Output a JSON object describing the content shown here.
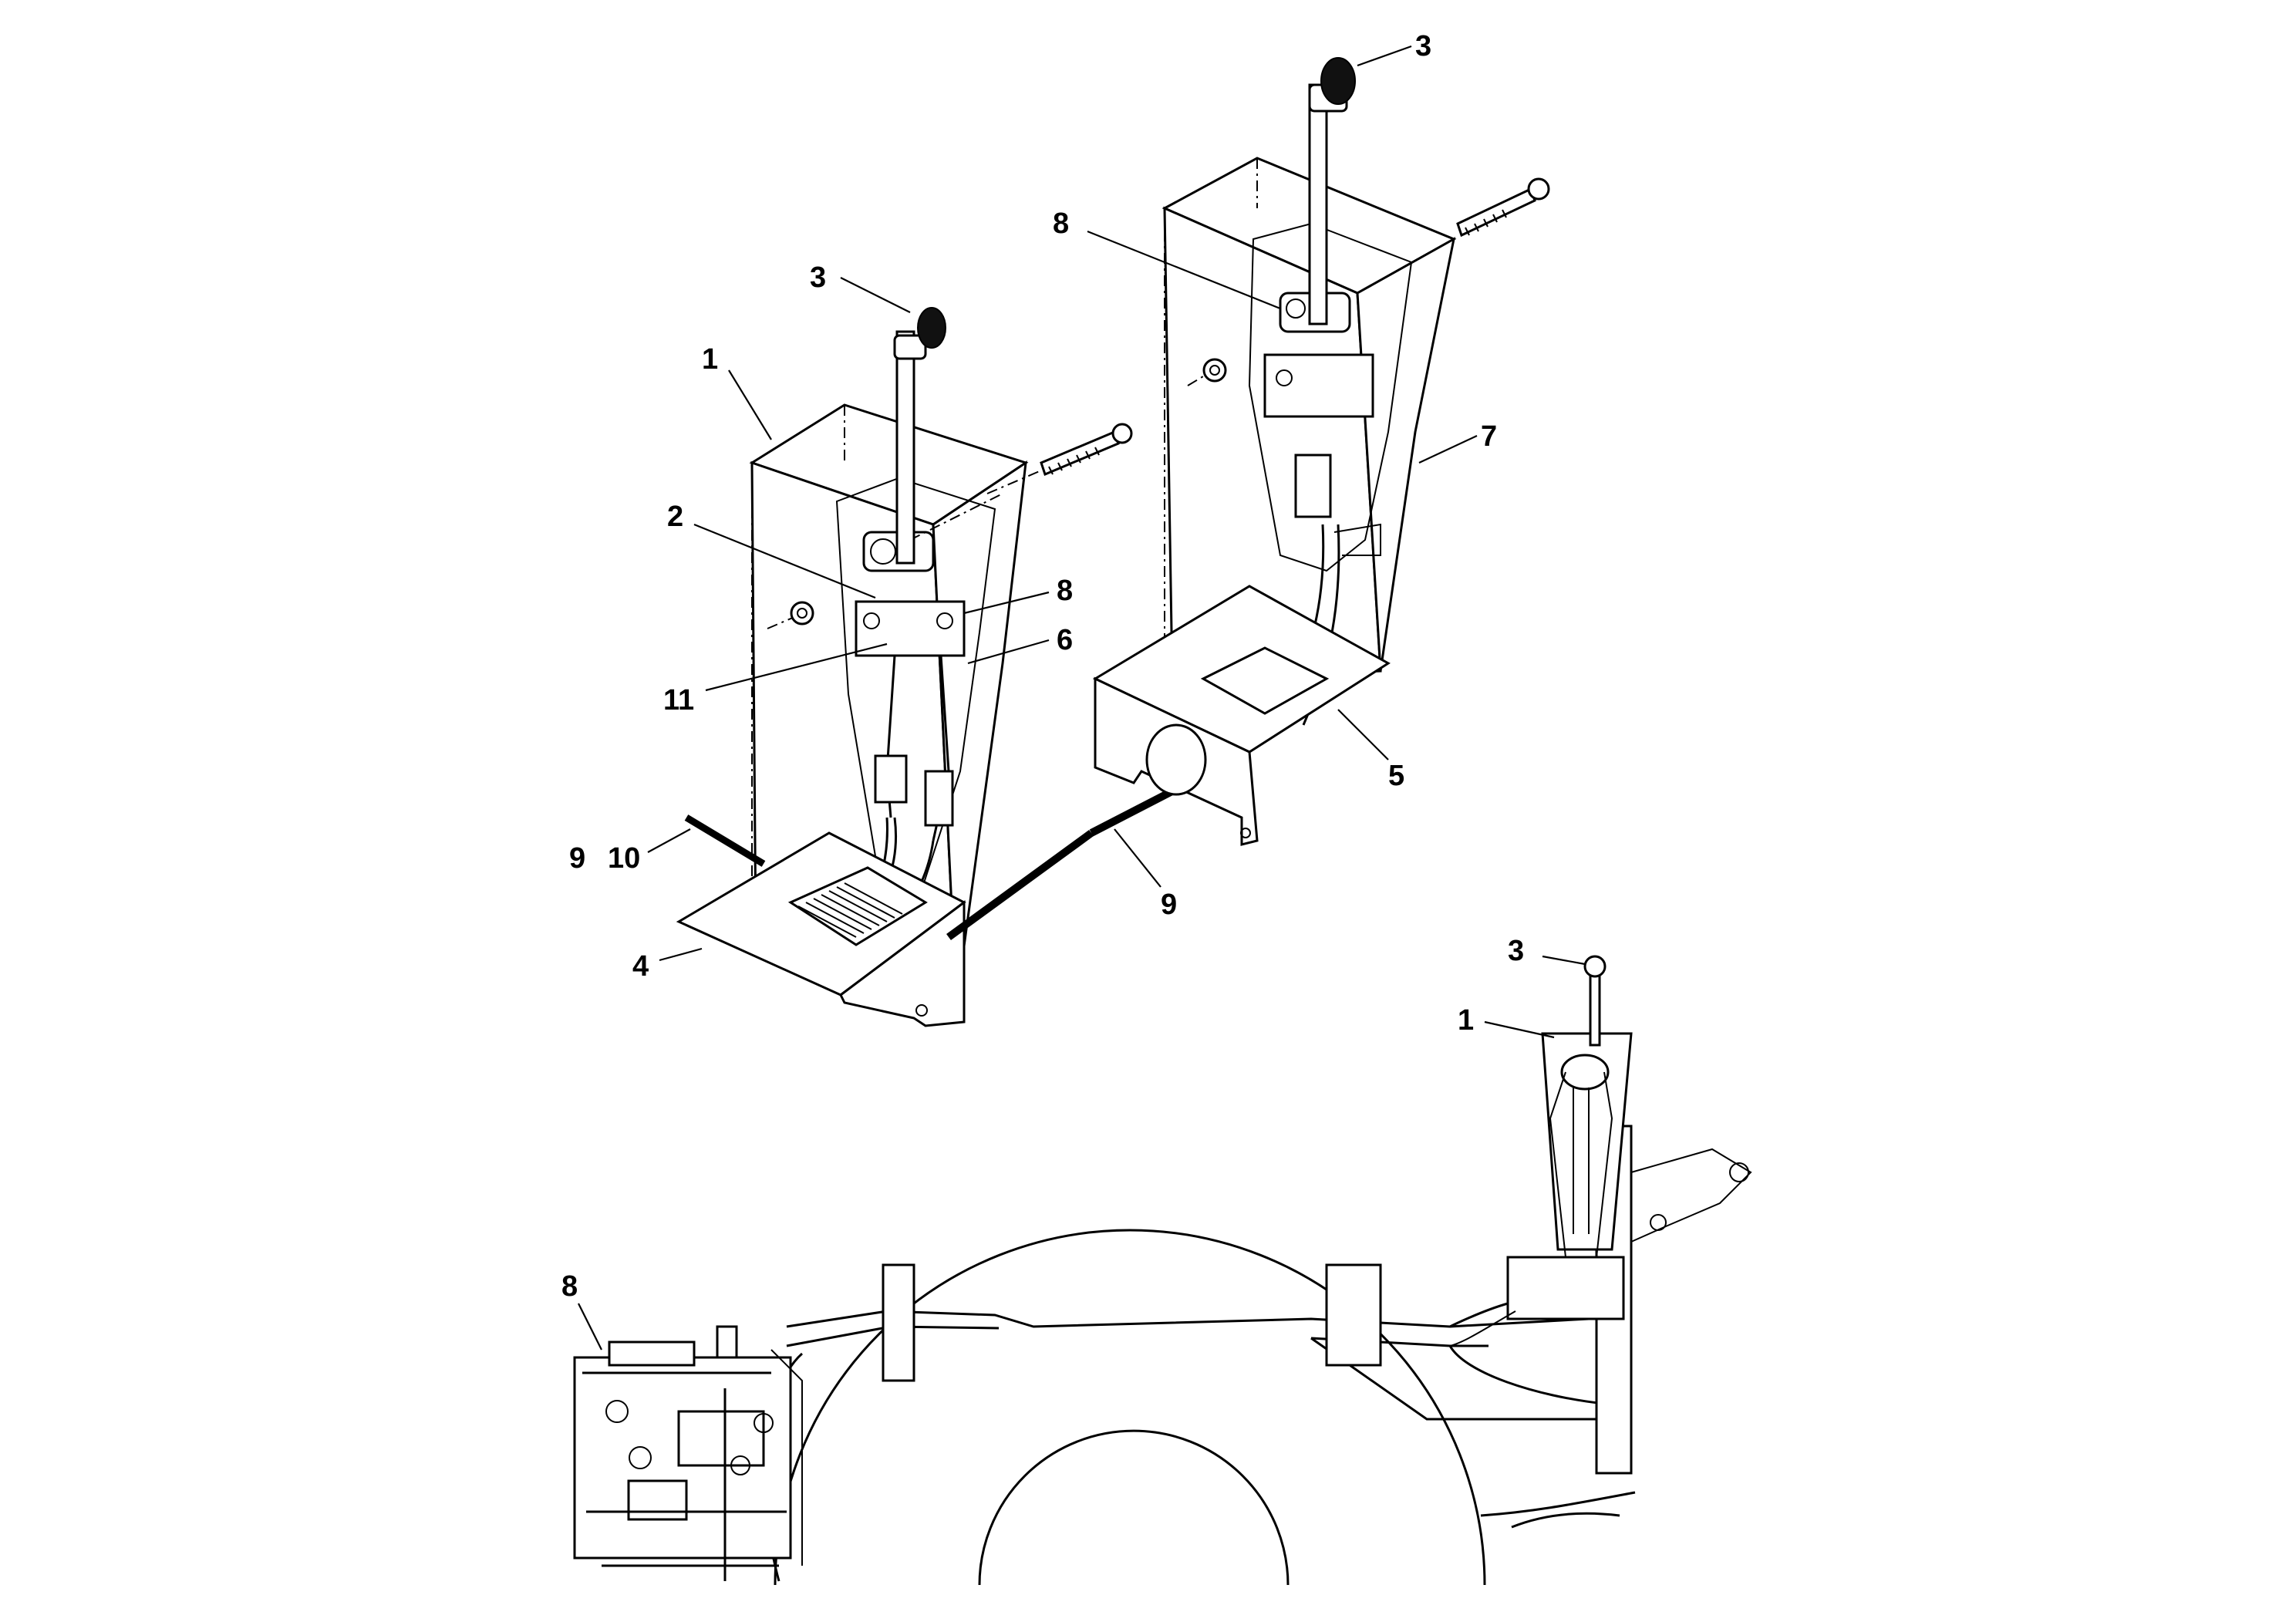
{
  "callouts": {
    "left_box": "1",
    "left_knob": "3",
    "left_pivot": "2",
    "left_switch": "8",
    "left_cable_6": "6",
    "left_cable_11": "11",
    "left_base": "4",
    "left_conduit_9": "9",
    "left_cable_10": "10",
    "middle_conduit": "9",
    "right_knob": "3",
    "right_switch": "8",
    "right_box": "7",
    "right_base": "5",
    "bottom_knob": "3",
    "bottom_box": "1",
    "bottom_valve": "8"
  }
}
